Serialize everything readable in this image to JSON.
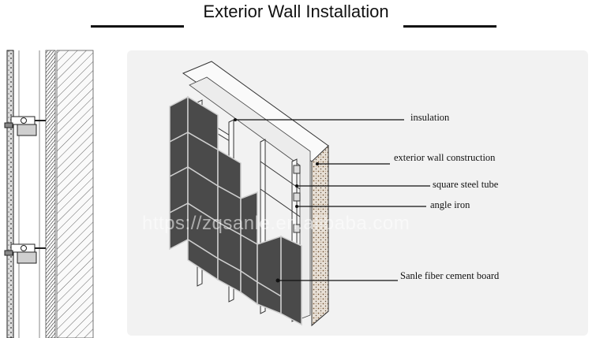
{
  "title": "Exterior Wall Installation",
  "labels": {
    "insulation": "insulation",
    "exterior_wall_construction": "exterior wall construction",
    "square_steel_tube": "square steel tube",
    "angle_iron": "angle iron",
    "board": "Sanle fiber cement board"
  },
  "watermark": "https://zqsanle.en.alibaba.com",
  "colors": {
    "panel_bg": "#f2f2f2",
    "board": "#4a4a4a",
    "wall_hatch": "#8a6a4a",
    "line": "#111111"
  }
}
